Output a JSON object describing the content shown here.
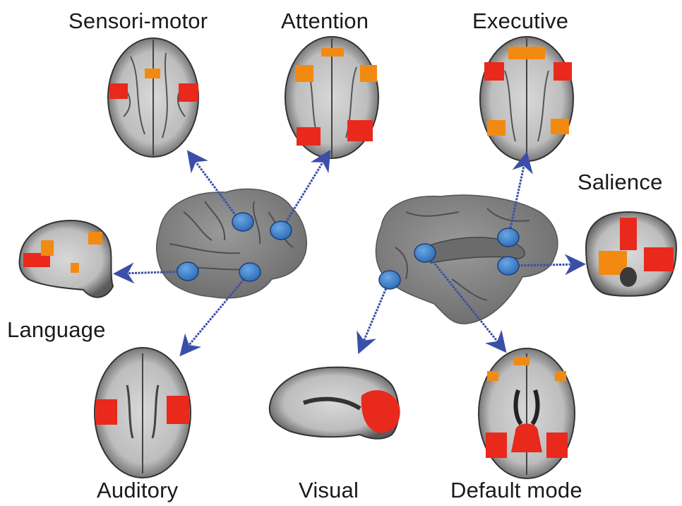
{
  "networks": [
    {
      "id": "sensorimotor",
      "label": "Sensori-motor"
    },
    {
      "id": "attention",
      "label": "Attention"
    },
    {
      "id": "executive",
      "label": "Executive"
    },
    {
      "id": "salience",
      "label": "Salience"
    },
    {
      "id": "language",
      "label": "Language"
    },
    {
      "id": "auditory",
      "label": "Auditory"
    },
    {
      "id": "visual",
      "label": "Visual"
    },
    {
      "id": "default",
      "label": "Default mode"
    }
  ],
  "colors": {
    "arrow": "#3a4fa8",
    "node_fill": "#3d7fc7",
    "node_stroke": "#1f3f78",
    "brain_surface": "#8a8a8a",
    "activation_red": "#e8291c",
    "activation_orange": "#f28a12"
  }
}
